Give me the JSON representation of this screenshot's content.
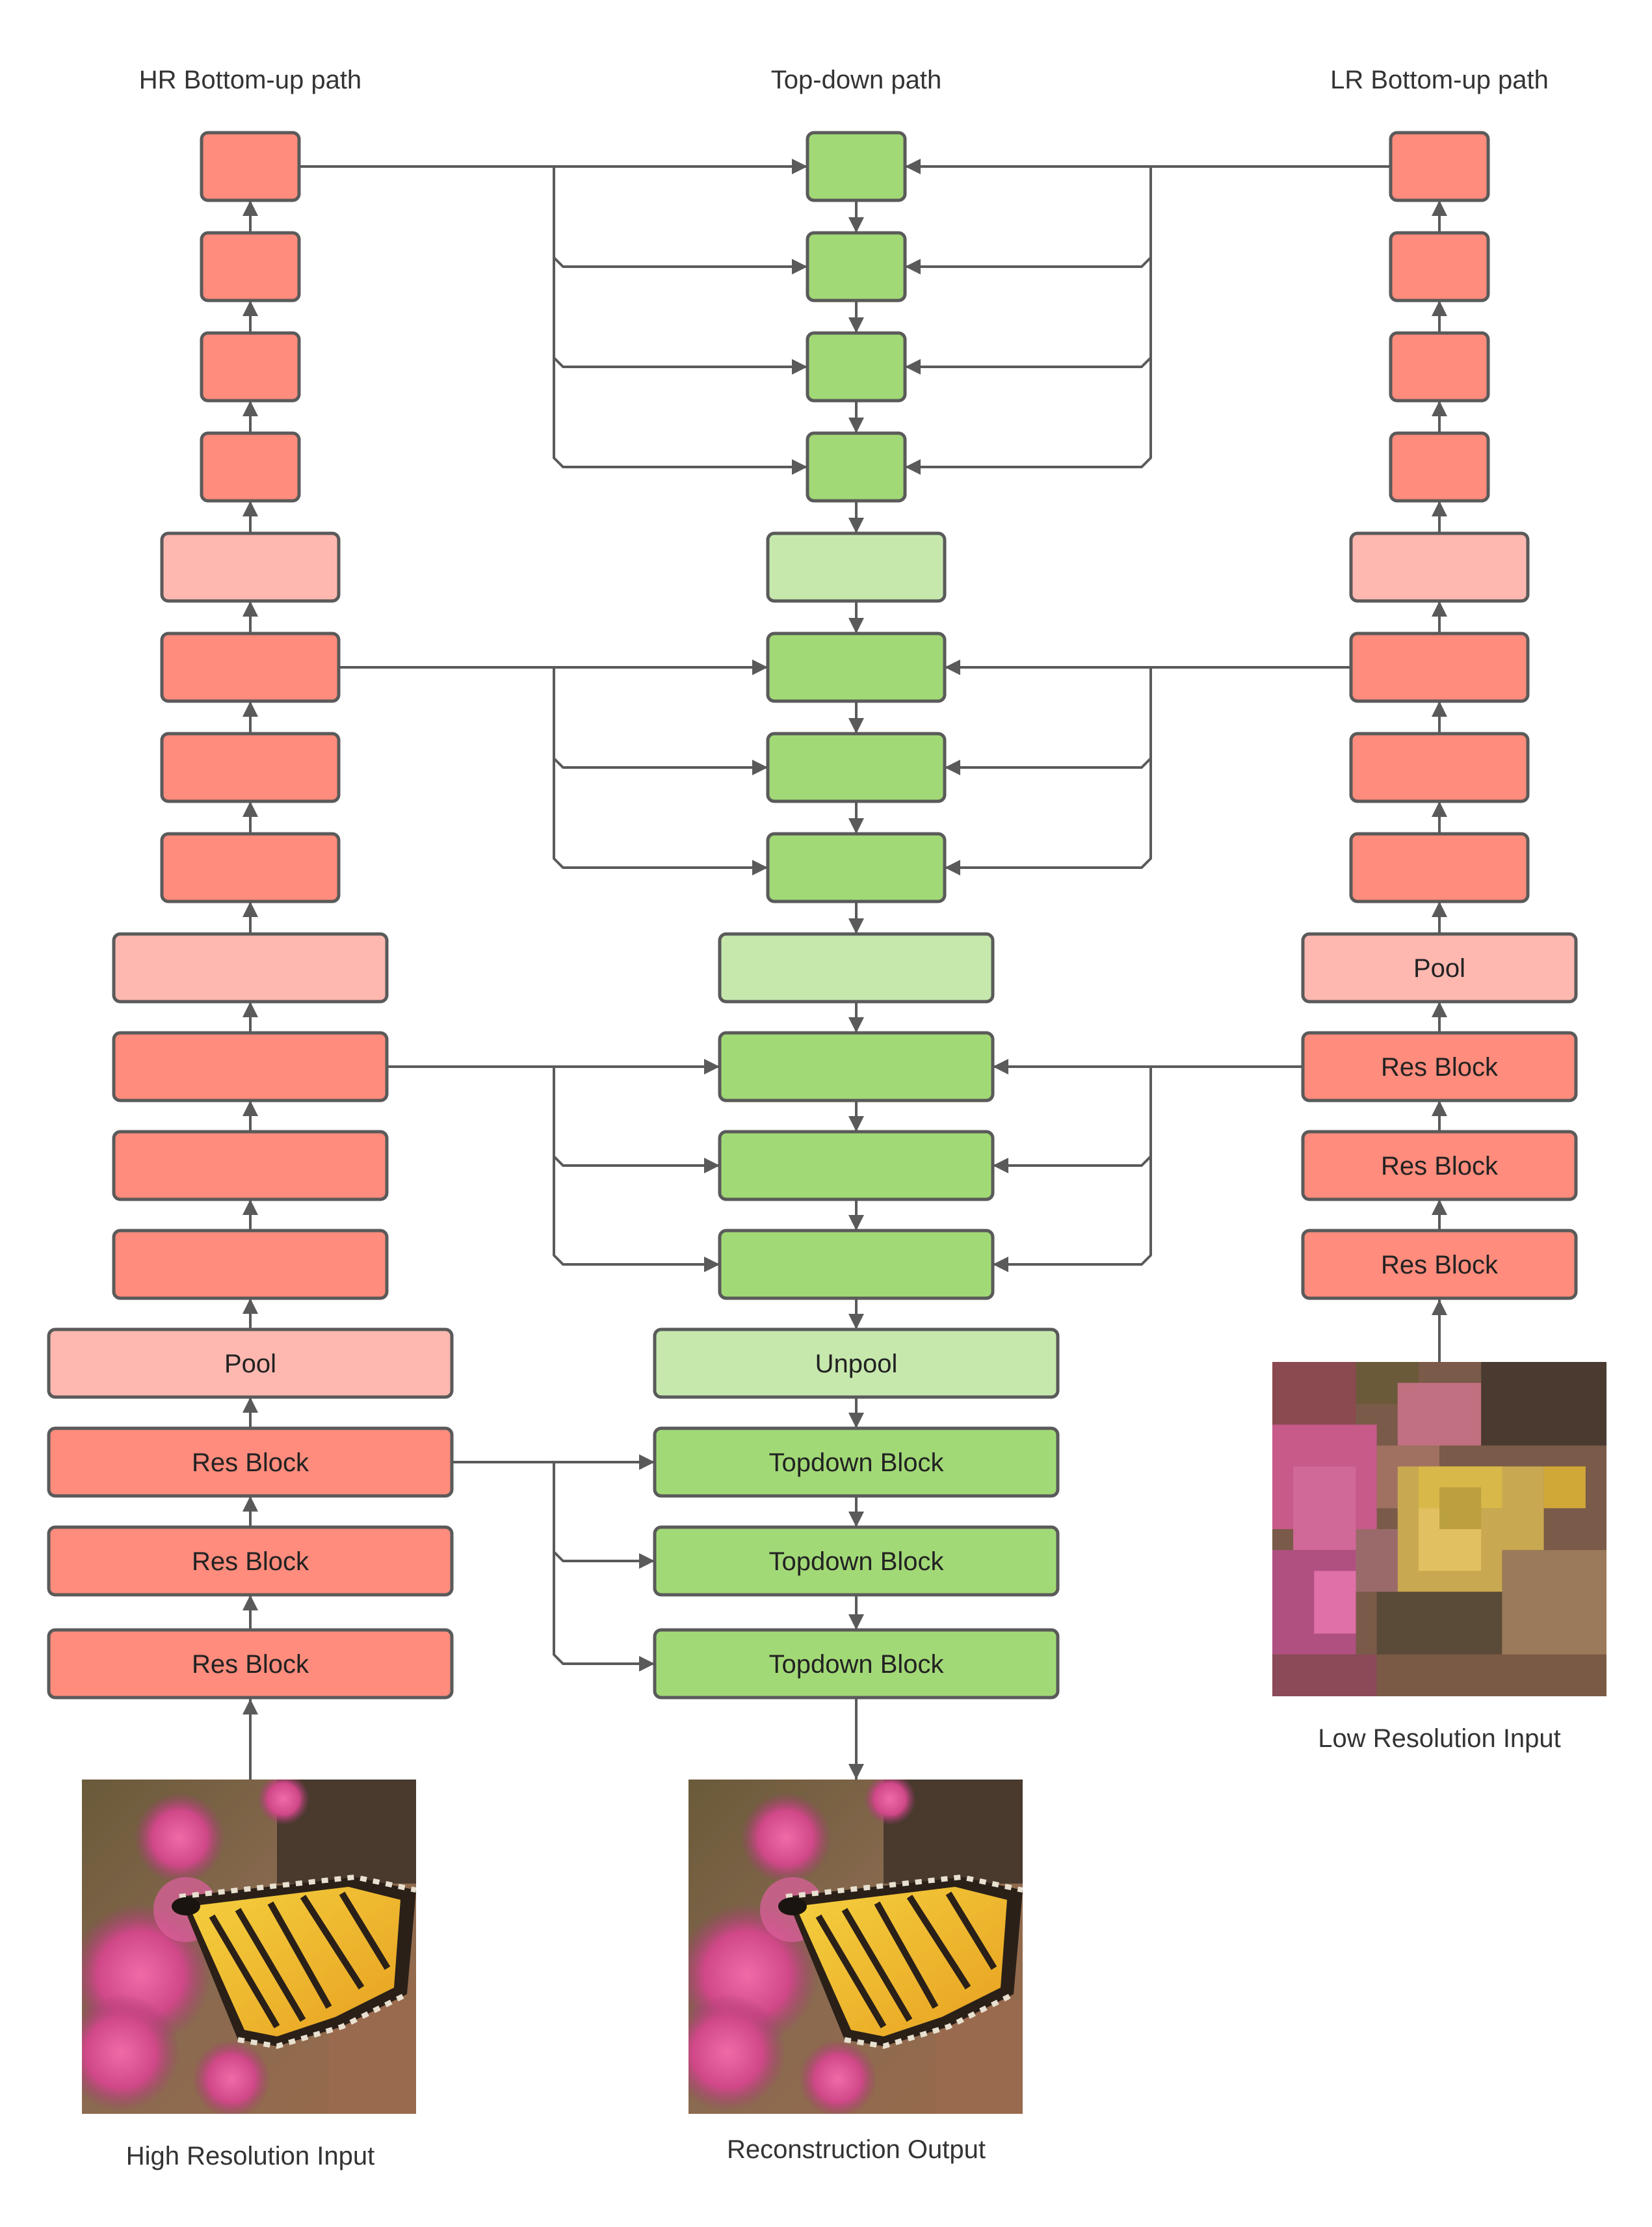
{
  "headers": {
    "hr_path": "HR Bottom-up path",
    "topdown_path": "Top-down path",
    "lr_path": "LR Bottom-up path"
  },
  "captions": {
    "hr_input": "High Resolution Input",
    "lr_input": "Low Resolution Input",
    "reconstruction": "Reconstruction Output"
  },
  "labels": {
    "pool": "Pool",
    "unpool": "Unpool",
    "res_block": "Res Block",
    "topdown_block": "Topdown Block"
  },
  "colors": {
    "res_block": "#ff8c7c",
    "pool": "#ffb8b0",
    "topdown_block": "#a2d977",
    "unpool": "#c6e8ad",
    "stroke": "#5a5a5a",
    "arrow": "#5a5a5a"
  },
  "icons": {
    "hr_input": "butterfly-image",
    "lr_input": "pixelated-butterfly-image",
    "reconstruction": "butterfly-image"
  }
}
